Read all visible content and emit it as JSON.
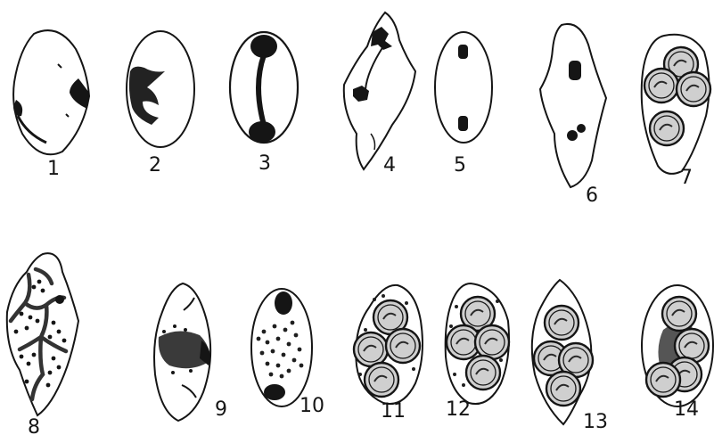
{
  "figure_labels": [
    "1",
    "2",
    "3",
    "4",
    "5",
    "6",
    "7",
    "8",
    "9",
    "10",
    "11",
    "12",
    "13",
    "14"
  ],
  "colors": {
    "ink": "#151515",
    "paper": "#ffffff",
    "stain": "#2a2a2a",
    "dots": "#1f1f1f",
    "cyst_fill": "#d6d6d6"
  },
  "icons": {
    "cell": "cell-outline",
    "nucleus": "dark-nucleus-blob",
    "cyst": "ringed-spore",
    "granule": "granule-dot"
  }
}
